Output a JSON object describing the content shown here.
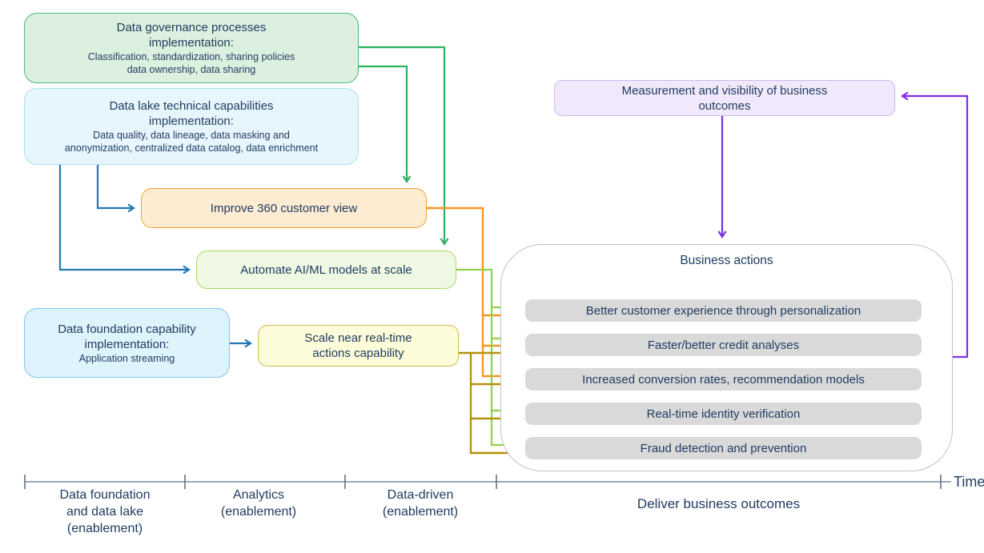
{
  "boxes": {
    "governance": {
      "title1": "Data governance processes",
      "title2": "implementation:",
      "detail1": "Classification, standardization, sharing policies",
      "detail2": "data ownership, data sharing"
    },
    "data_lake": {
      "title1": "Data lake technical capabilities",
      "title2": "implementation:",
      "detail1": "Data quality, data lineage, data masking and",
      "detail2": "anonymization, centralized data catalog, data enrichment"
    },
    "improve_360": {
      "label": "Improve 360 customer view"
    },
    "automate_aiml": {
      "label": "Automate AI/ML models at scale"
    },
    "data_foundation": {
      "title1": "Data foundation capability",
      "title2": "implementation:",
      "detail1": "Application streaming"
    },
    "scale_realtime": {
      "line1": "Scale near real-time",
      "line2": "actions capability"
    },
    "measurement": {
      "line1": "Measurement and visibility of business",
      "line2": "outcomes"
    }
  },
  "business_actions": {
    "title": "Business actions",
    "items": [
      "Better customer experience through personalization",
      "Faster/better credit analyses",
      "Increased conversion rates, recommendation models",
      "Real-time identity verification",
      "Fraud detection and prevention"
    ]
  },
  "timeline": {
    "phases": [
      {
        "line1": "Data foundation",
        "line2": "and data lake",
        "line3": "(enablement)"
      },
      {
        "line1": "Analytics",
        "line2": "(enablement)"
      },
      {
        "line1": "Data-driven",
        "line2": "(enablement)"
      },
      {
        "line1": "Deliver business outcomes"
      }
    ],
    "axis_label": "Time"
  },
  "colors": {
    "text_navy": "#1e3a5f",
    "green_arrow": "#2fb05e",
    "blue_arrow": "#2278b5",
    "orange_arrow": "#f79522",
    "light_green_arrow": "#92d050",
    "olive_arrow": "#b3930f",
    "purple_arrow": "#7d2de6",
    "governance_fill": "#dcf0e0",
    "governance_border": "#4fb873",
    "data_lake_fill": "#e7f6fd",
    "data_lake_border": "#a9def2",
    "improve_fill": "#fdebd2",
    "improve_border": "#f5a42e",
    "aiml_fill": "#eff8e2",
    "aiml_border": "#a8d76a",
    "foundation_fill": "#def3fb",
    "foundation_border": "#82c8e8",
    "scale_fill": "#fdfcda",
    "scale_border": "#d2b94d",
    "measurement_fill": "#f1e9fb",
    "measurement_border": "#ceb9ef",
    "bar_fill": "#d9d9d9",
    "container_border": "#bfc3c6",
    "axis_color": "#7b8ba1"
  }
}
